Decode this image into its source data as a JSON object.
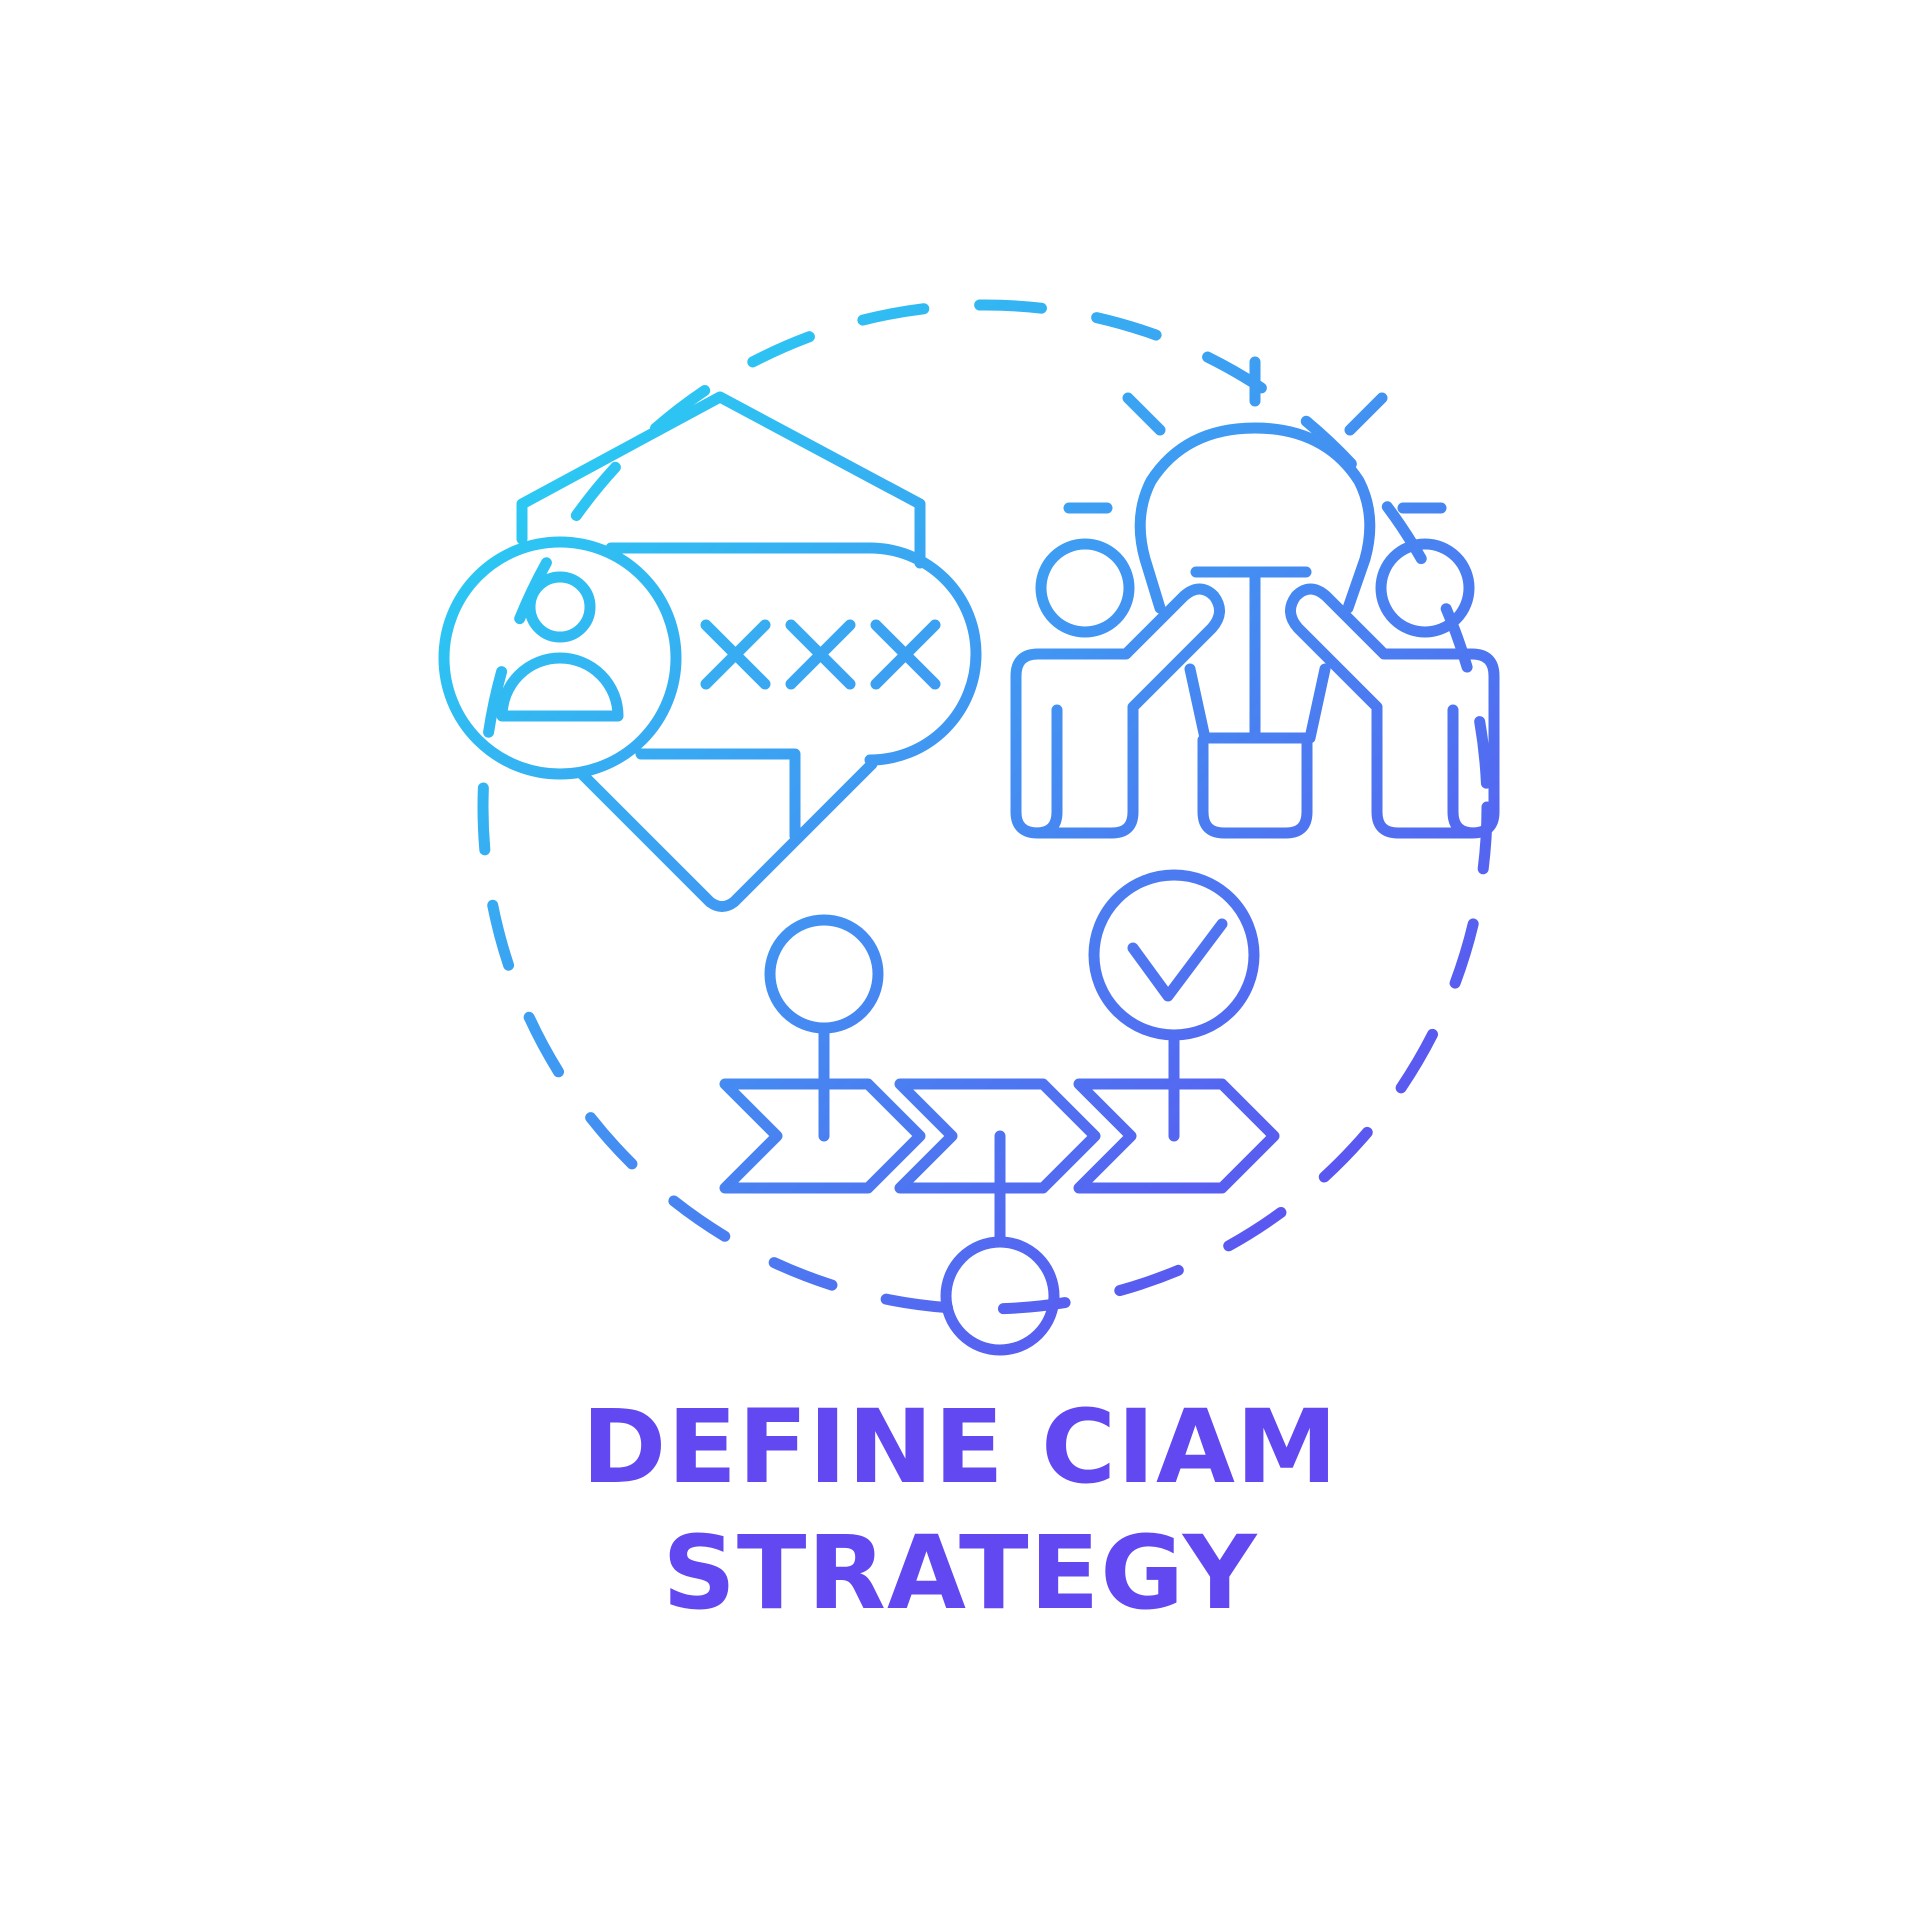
{
  "icon": {
    "name": "define-ciam-strategy-icon",
    "gradient_start": "#27d2f3",
    "gradient_end": "#6148f0",
    "parts": [
      "dashed-ring",
      "envelope-icon",
      "user-avatar-icon",
      "password-mask-icon",
      "lightbulb-icon",
      "team-people-icon",
      "process-flow-icon",
      "checkmark-icon"
    ]
  },
  "caption": {
    "line1": "DEFINE CIAM",
    "line2": "STRATEGY",
    "color": "#6148f0"
  }
}
